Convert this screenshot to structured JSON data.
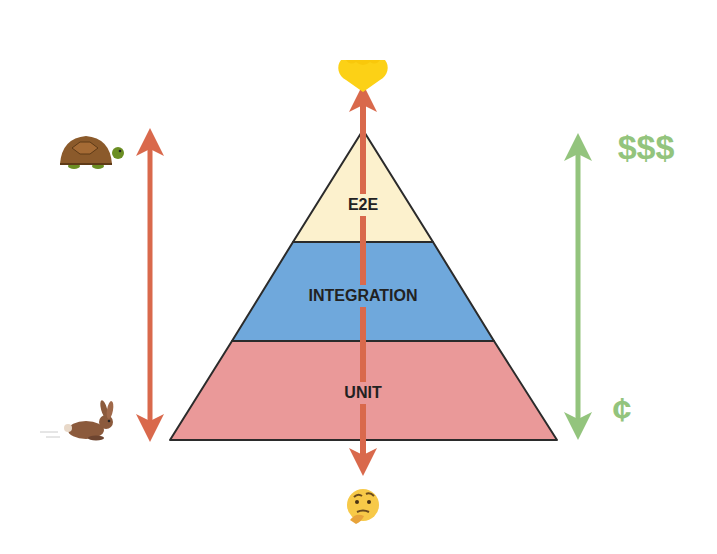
{
  "diagram": {
    "nodes": [
      {
        "text": [
          "E2E"
        ]
      },
      {
        "text": [
          "INTEGRATION"
        ]
      },
      {
        "text": [
          "UNIT"
        ]
      }
    ],
    "labels": [
      "$$$",
      "¢"
    ]
  }
}
